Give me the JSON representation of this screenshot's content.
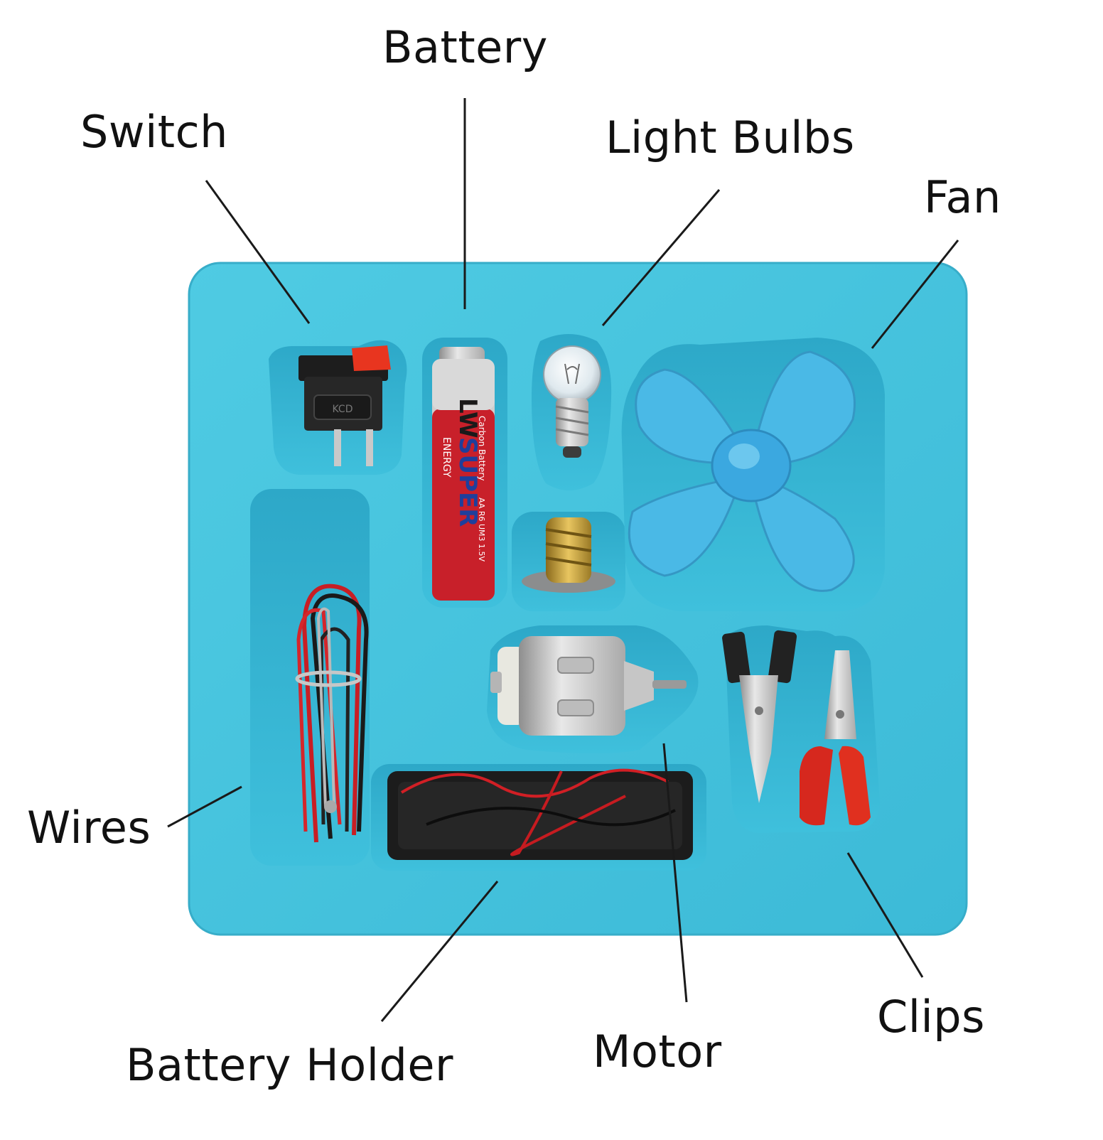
{
  "labels": {
    "battery": "Battery",
    "switch": "Switch",
    "light_bulbs": "Light Bulbs",
    "fan": "Fan",
    "wires": "Wires",
    "battery_holder": "Battery Holder",
    "motor": "Motor",
    "clips": "Clips"
  },
  "product": {
    "battery_brand": "LW",
    "battery_name": "SUPER",
    "battery_sub": "ENERGY",
    "battery_type": "Carbon Battery",
    "battery_spec": "AA R6 UM3 1.5V",
    "switch_marking": "KCD"
  },
  "colors": {
    "tray": "#45c4de",
    "tray_shadow": "#2aa4c4",
    "fan": "#4ab9e6",
    "battery_red": "#c8202a",
    "clip_red": "#d6281e",
    "line": "#1a1a1a"
  }
}
